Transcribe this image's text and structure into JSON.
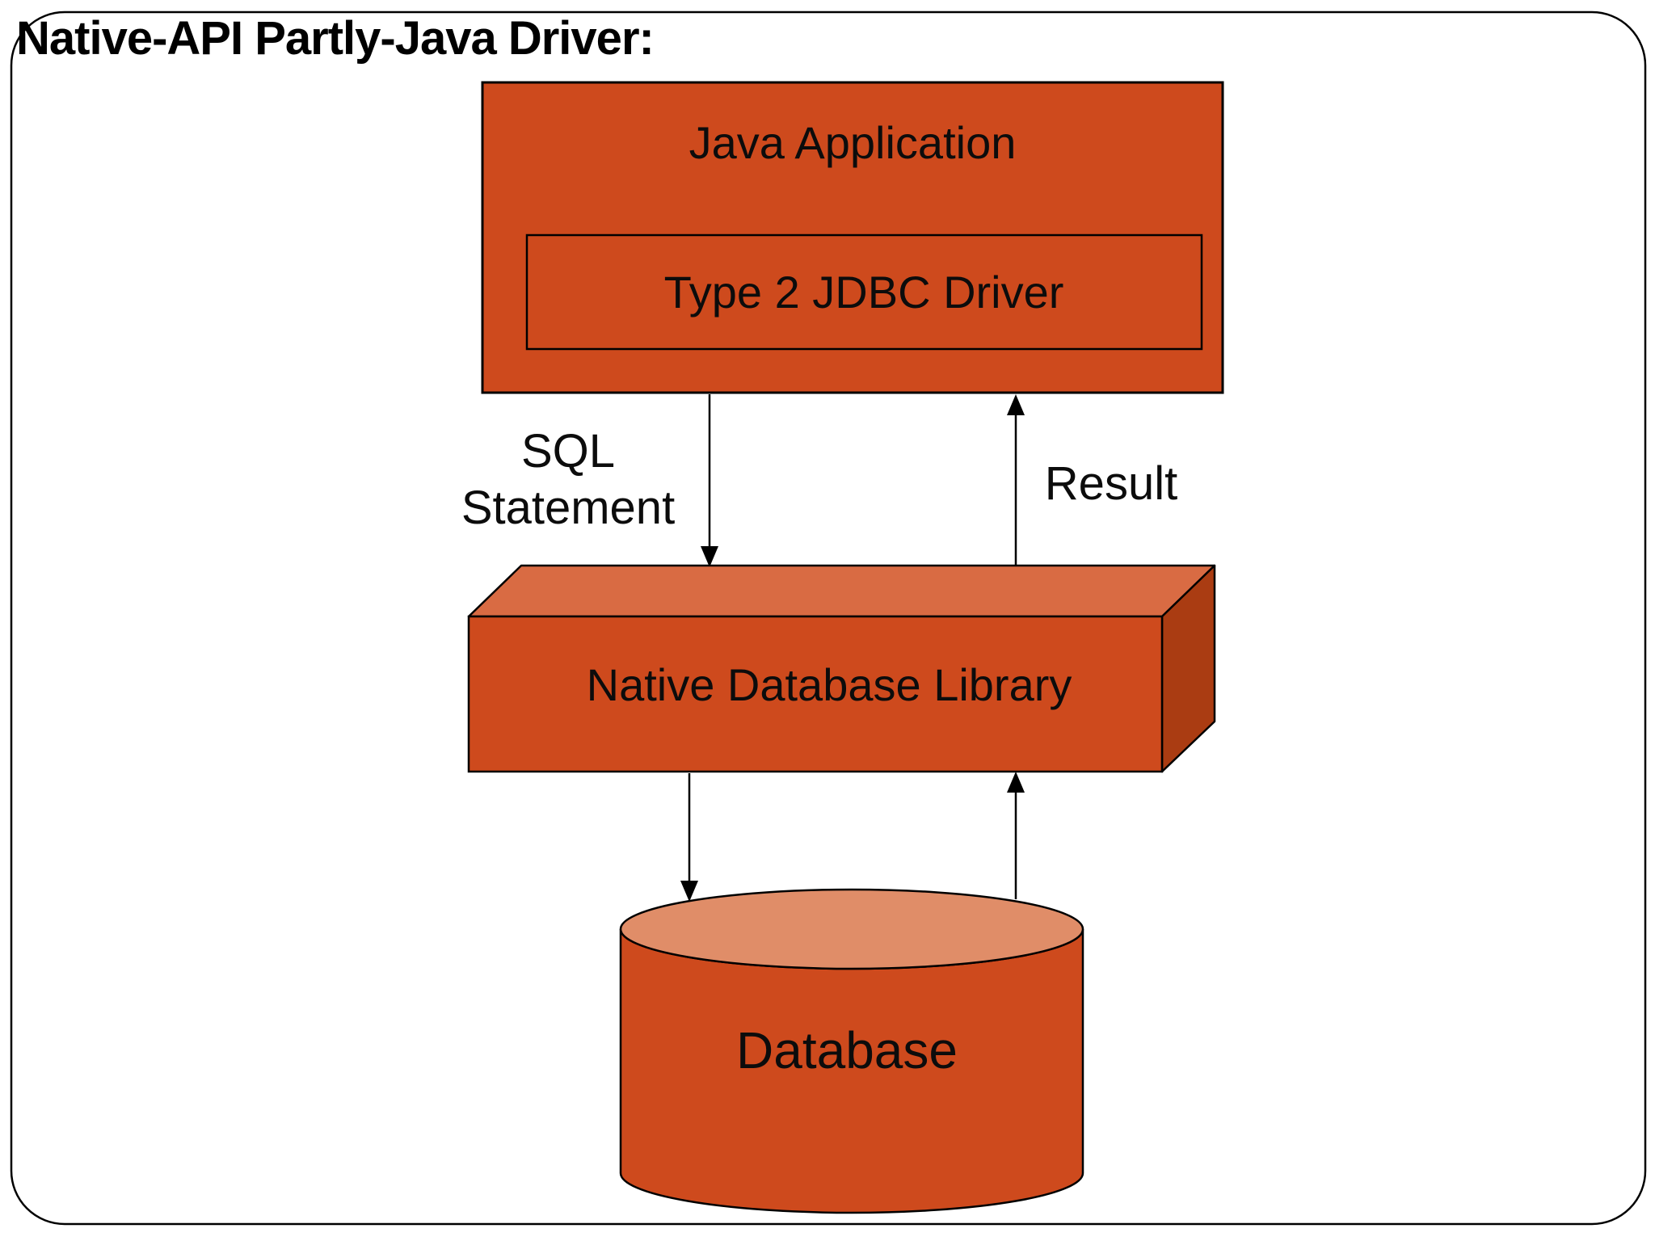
{
  "title": "Native-API Partly-Java Driver:",
  "diagram": {
    "java_application": {
      "label": "Java Application"
    },
    "jdbc_driver": {
      "label": "Type 2 JDBC Driver"
    },
    "sql_statement": {
      "line1": "SQL",
      "line2": "Statement"
    },
    "result": {
      "label": "Result"
    },
    "native_library": {
      "label": "Native Database Library"
    },
    "database": {
      "label": "Database"
    }
  },
  "colors": {
    "box_fill": "#ce4a1d",
    "box_top": "#d96b43",
    "box_side": "#aa3c12",
    "cylinder_top": "#e08d68",
    "outline": "#000000",
    "background": "#ffffff"
  }
}
